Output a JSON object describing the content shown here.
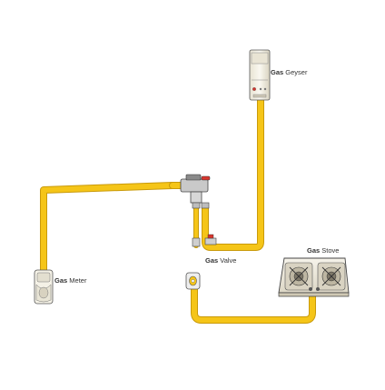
{
  "colors": {
    "pipe": "#F5C518",
    "pipe_edge": "#C99A0A",
    "line": "#444444",
    "appliance_fill": "#F4F1E6",
    "background": "#FFFFFF"
  },
  "labels": {
    "geyser": {
      "bold": "Gas",
      "rest": " Geyser"
    },
    "stove": {
      "bold": "Gas",
      "rest": " Stove"
    },
    "valve": {
      "bold": "Gas",
      "rest": " Valve"
    },
    "meter": {
      "bold": "Gas",
      "rest": " Meter"
    }
  },
  "icons": [
    "gas-geyser-icon",
    "gas-stove-icon",
    "gas-valve-icon",
    "gas-meter-icon",
    "wall-outlet-icon"
  ]
}
